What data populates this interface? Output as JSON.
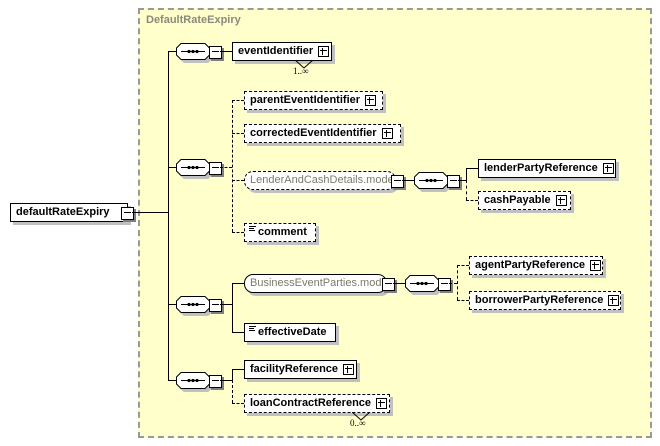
{
  "diagram": {
    "type": "xsd-schema-tree",
    "root": {
      "label": "defaultRateExpiry",
      "toggle": "minus"
    },
    "container": {
      "title": "DefaultRateExpiry",
      "border": "dashed",
      "background": "#ffffcc",
      "title_color": "#8a8a7a"
    },
    "compositors": [
      {
        "name": "sequence-1",
        "icon": "sequence-icon",
        "toggle": "minus"
      },
      {
        "name": "sequence-2",
        "icon": "sequence-icon",
        "toggle": "minus"
      },
      {
        "name": "sequence-3",
        "icon": "sequence-icon",
        "toggle": "minus"
      },
      {
        "name": "sequence-4",
        "icon": "sequence-icon",
        "toggle": "minus"
      },
      {
        "name": "sequence-lender",
        "icon": "sequence-icon",
        "toggle": "minus"
      },
      {
        "name": "sequence-parties",
        "icon": "sequence-icon",
        "toggle": "minus"
      }
    ],
    "nodes": [
      {
        "id": "eventIdentifier",
        "label": "eventIdentifier",
        "style": "solid",
        "kind": "element",
        "expand": "plus",
        "cardinality": "1..∞"
      },
      {
        "id": "parentEventIdentifier",
        "label": "parentEventIdentifier",
        "style": "dashed",
        "kind": "element",
        "expand": "plus",
        "cardinality": ""
      },
      {
        "id": "correctedEventIdentifier",
        "label": "correctedEventIdentifier",
        "style": "dashed",
        "kind": "element",
        "expand": "plus",
        "cardinality": ""
      },
      {
        "id": "LenderAndCashDetails",
        "label": "LenderAndCashDetails.model",
        "style": "dashed",
        "kind": "model",
        "expand": "",
        "cardinality": ""
      },
      {
        "id": "lenderPartyReference",
        "label": "lenderPartyReference",
        "style": "solid",
        "kind": "element",
        "expand": "plus",
        "cardinality": ""
      },
      {
        "id": "cashPayable",
        "label": "cashPayable",
        "style": "dashed",
        "kind": "element",
        "expand": "plus",
        "cardinality": ""
      },
      {
        "id": "comment",
        "label": "comment",
        "style": "dashed",
        "kind": "simple",
        "expand": "",
        "cardinality": ""
      },
      {
        "id": "BusinessEventParties",
        "label": "BusinessEventParties.model",
        "style": "solid",
        "kind": "model",
        "expand": "",
        "cardinality": ""
      },
      {
        "id": "agentPartyReference",
        "label": "agentPartyReference",
        "style": "dashed",
        "kind": "element",
        "expand": "plus",
        "cardinality": ""
      },
      {
        "id": "borrowerPartyReference",
        "label": "borrowerPartyReference",
        "style": "dashed",
        "kind": "element",
        "expand": "plus",
        "cardinality": ""
      },
      {
        "id": "effectiveDate",
        "label": "effectiveDate",
        "style": "solid",
        "kind": "simple",
        "expand": "",
        "cardinality": ""
      },
      {
        "id": "facilityReference",
        "label": "facilityReference",
        "style": "solid",
        "kind": "element",
        "expand": "plus",
        "cardinality": ""
      },
      {
        "id": "loanContractReference",
        "label": "loanContractReference",
        "style": "dashed",
        "kind": "element",
        "expand": "plus",
        "cardinality": "0..∞"
      }
    ],
    "cardinality_labels": {
      "eventIdentifier": "1..∞",
      "loanContractReference": "0..∞"
    }
  }
}
